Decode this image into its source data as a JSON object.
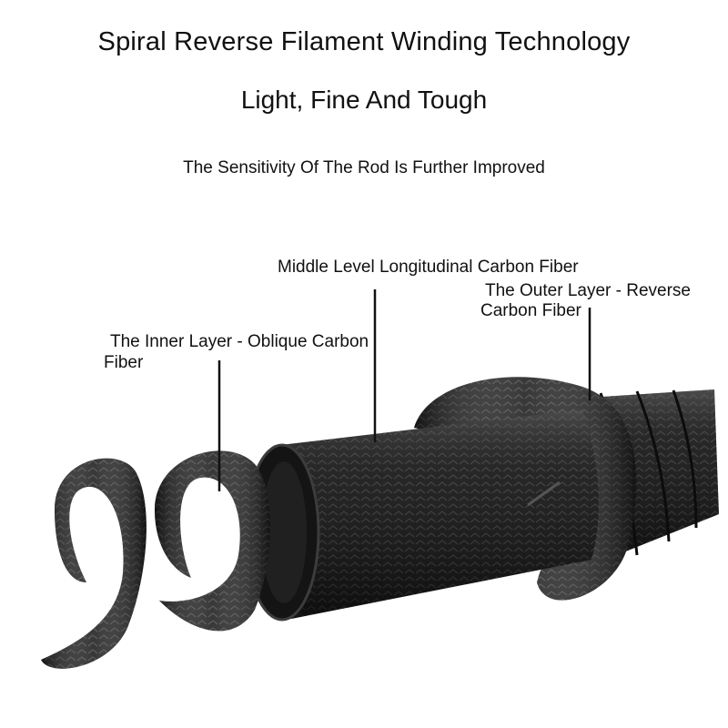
{
  "heading": {
    "title": "Spiral Reverse Filament Winding Technology",
    "subtitle": "Light, Fine And Tough",
    "tagline": "The Sensitivity Of The Rod Is Further Improved"
  },
  "labels": {
    "middle": "Middle Level  Longitudinal Carbon Fiber",
    "outer_line1": "The Outer Layer - Reverse",
    "outer_line2": "Carbon Fiber",
    "inner_line1": "The Inner Layer - Oblique Carbon",
    "inner_line2": "Fiber"
  },
  "colors": {
    "carbon": "#1c1c1c",
    "carbon_highlight": "#5a5a5a",
    "text": "#111111"
  }
}
